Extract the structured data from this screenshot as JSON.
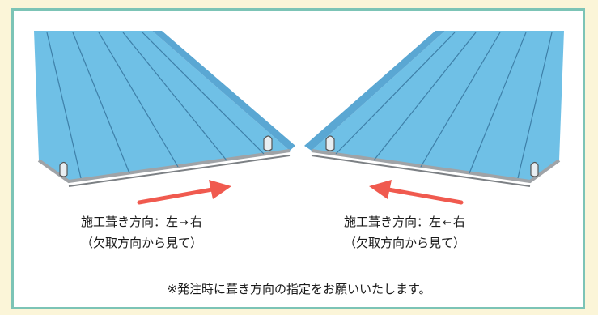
{
  "colors": {
    "background": "#fbf5d8",
    "frame_border": "#7cc4b6",
    "panel_fill": "#6fc0e6",
    "panel_rib": "#3e7fa8",
    "panel_edge": "#b9bcc0",
    "arrow": "#f05a4f"
  },
  "left": {
    "label_prefix": "施工葺き方向：左",
    "arrow_symbol": "→",
    "label_suffix": "右",
    "sub": "（欠取方向から見て）",
    "direction": "left-to-right"
  },
  "right": {
    "label_prefix": "施工葺き方向：左",
    "arrow_symbol": "←",
    "label_suffix": "右",
    "sub": "（欠取方向から見て）",
    "direction": "right-to-left"
  },
  "note": "※発注時に葺き方向の指定をお願いいたします。"
}
